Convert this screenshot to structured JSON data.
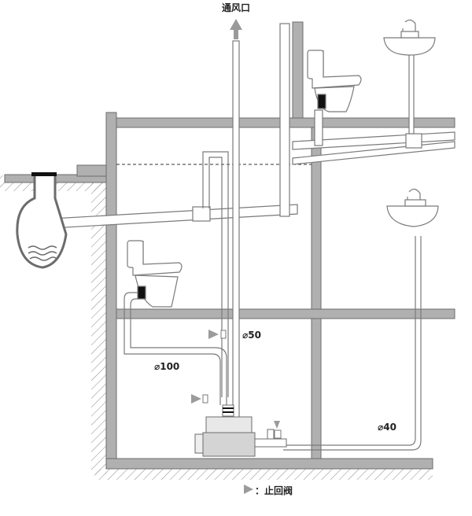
{
  "labels": {
    "vent": "通风口",
    "pipe_50": "⌀50",
    "pipe_100": "⌀100",
    "pipe_40": "⌀40",
    "legend_check_valve": "：止回阀"
  },
  "colors": {
    "wall": "#b0b0b0",
    "wall_stroke": "#6c6c6c",
    "pipe_stroke": "#7a7a7a",
    "pipe_fill": "#ffffff",
    "arrow": "#9a9a9a",
    "valve": "#9b9b9b",
    "seal": "#111111",
    "pump": "#d9d9d9"
  },
  "icons": {
    "vent_arrow": "arrow-up-icon",
    "check_valve": "triangle-right-icon",
    "legend_valve": "triangle-right-icon"
  }
}
